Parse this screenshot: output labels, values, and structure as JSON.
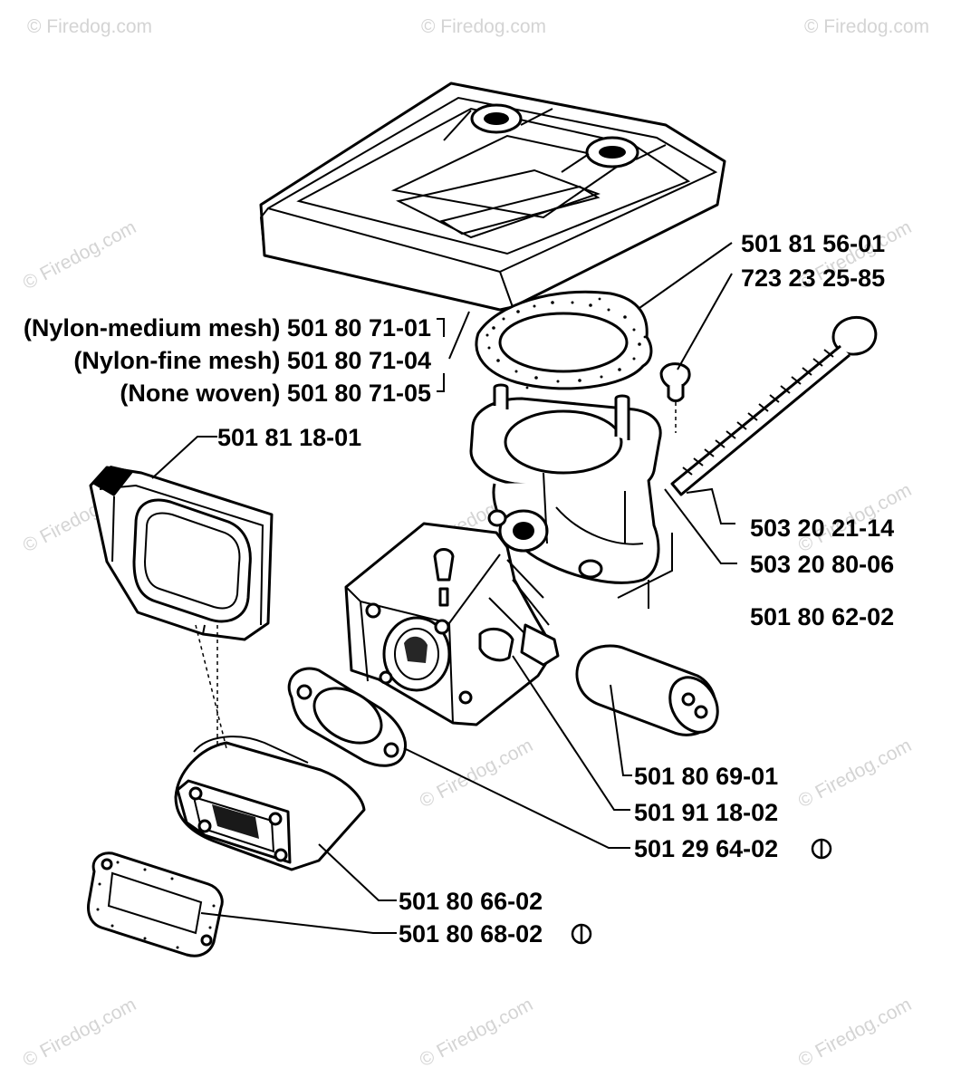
{
  "watermark": "© Firedog.com",
  "labels": {
    "p_50181_56_01": "501 81 56-01",
    "p_72323_25_85": "723 23 25-85",
    "p_nylon_medium": "(Nylon-medium mesh) 501 80 71-01",
    "p_nylon_fine": "(Nylon-fine mesh) 501 80 71-04",
    "p_none_woven": "(None woven) 501 80 71-05",
    "p_50181_18_01": "501 81 18-01",
    "p_50320_21_14": "503 20 21-14",
    "p_50320_80_06": "503 20 80-06",
    "p_50180_62_02": "501 80 62-02",
    "p_50180_69_01": "501 80 69-01",
    "p_50191_18_02": "501 91 18-02",
    "p_50129_64_02": "501 29 64-02",
    "p_50180_66_02": "501 80 66-02",
    "p_50180_68_02": "501 80 68-02"
  },
  "icons": {
    "kit_marker": "circled-i-icon"
  }
}
